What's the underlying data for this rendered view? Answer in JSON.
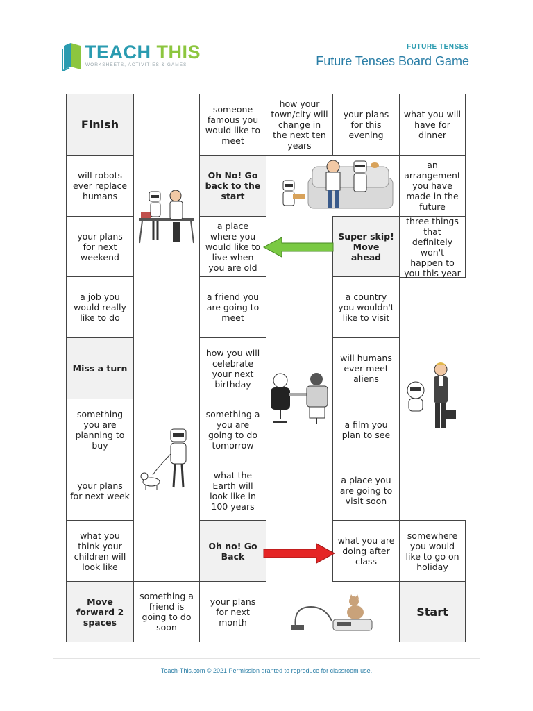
{
  "header": {
    "logo_teach": "TEACH",
    "logo_this": "THIS",
    "logo_tagline": "WORKSHEETS, ACTIVITIES & GAMES",
    "category": "FUTURE TENSES",
    "title": "Future Tenses Board Game"
  },
  "board": {
    "finish": "Finish",
    "c1_r1": "will robots ever replace humans",
    "c1_r2": "your plans for next weekend",
    "c1_r3": "a job you would really like to do",
    "c1_r4": "Miss a turn",
    "c1_r5": "something you are planning to buy",
    "c1_r6": "your plans for next week",
    "c1_r7": "what you think your children will look like",
    "c1_r8": "Move forward 2 spaces",
    "c2_r8": "something a friend is going to do soon",
    "c3_r0": "someone famous you would like to meet",
    "c3_r1": "Oh No! Go back to the start",
    "c3_r2": "a place where you would like to live when you are old",
    "c3_r3": "a friend you are going to meet",
    "c3_r4": "how you will celebrate your next birthday",
    "c3_r5": "something a you are going to do tomorrow",
    "c3_r6": "what the Earth will look like in 100 years",
    "c3_r7": "Oh no! Go Back",
    "c3_r8": "your plans for next month",
    "c4_r0": "how your town/city will change in the next ten years",
    "c5_r0": "your plans for this evening",
    "c5_r2": "Super skip! Move ahead",
    "c5_r3": "a country you wouldn't like to visit",
    "c5_r4": "will humans ever meet aliens",
    "c5_r5": "a film you plan to see",
    "c5_r6": "a place you are going to visit soon",
    "c5_r7": "what you are doing after class",
    "c6_r0": "what you will have for dinner",
    "c6_r1": "an arrangement you have made in the future",
    "c6_r2": "three things that definitely won't happen to you this year",
    "c6_r7": "somewhere you would like to go on holiday",
    "start": "Start"
  },
  "colors": {
    "brand_teal": "#2a9bb0",
    "brand_green": "#8cc63f",
    "arrow_green": "#7ac943",
    "arrow_red": "#e52525",
    "special_cell": "#f1f1f1"
  },
  "icons": [
    "book-logo-icon",
    "green-arrow-left-icon",
    "red-arrow-right-icon"
  ],
  "footer": {
    "text": "Teach-This.com © 2021 Permission granted to reproduce for classroom use."
  }
}
